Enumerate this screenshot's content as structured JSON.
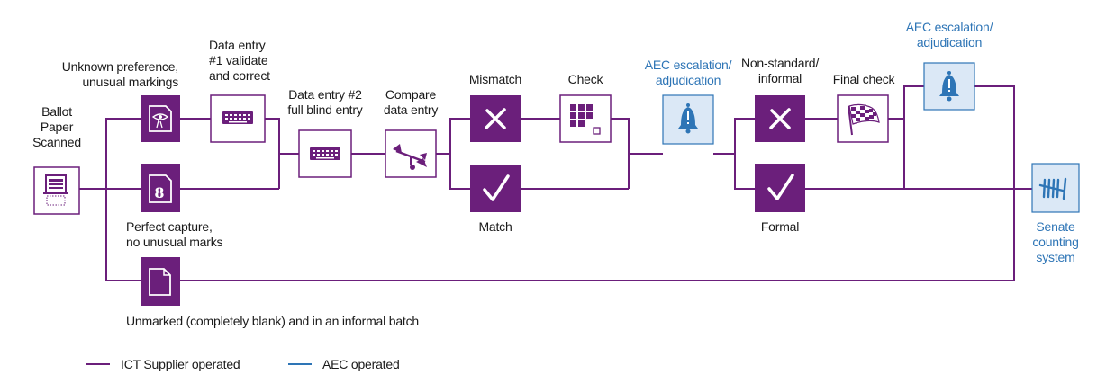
{
  "nodes": {
    "ballot": {
      "label": "Ballot\nPaper\nScanned",
      "icon": "scanned-ballot-icon"
    },
    "unknown_pref": {
      "label": "Unknown preference,\nunusual markings",
      "icon": "eye-document-icon"
    },
    "perfect_capture": {
      "label": "Perfect capture,\nno unusual marks",
      "icon": "number-eight-document-icon"
    },
    "unmarked": {
      "label": "Unmarked (completely blank) and in an informal batch",
      "icon": "blank-document-icon"
    },
    "entry1": {
      "label": "Data entry\n#1 validate\nand correct",
      "icon": "keyboard-icon"
    },
    "entry2": {
      "label": "Data entry #2\nfull blind entry",
      "icon": "keyboard-icon"
    },
    "compare": {
      "label": "Compare\ndata entry",
      "icon": "scale-icon"
    },
    "mismatch": {
      "label": "Mismatch",
      "icon": "cross-icon"
    },
    "match": {
      "label": "Match",
      "icon": "check-icon"
    },
    "check": {
      "label": "Check",
      "icon": "grid-check-icon"
    },
    "aec1": {
      "label": "AEC escalation/\nadjudication",
      "icon": "bell-icon"
    },
    "nonstandard": {
      "label": "Non-standard/\ninformal",
      "icon": "cross-icon"
    },
    "formal": {
      "label": "Formal",
      "icon": "check-icon"
    },
    "final_check": {
      "label": "Final check",
      "icon": "checkered-flag-icon"
    },
    "aec2": {
      "label": "AEC escalation/\nadjudication",
      "icon": "bell-icon"
    },
    "senate": {
      "label": "Senate\ncounting\nsystem",
      "icon": "tally-icon"
    }
  },
  "legend": [
    {
      "label": "ICT Supplier operated",
      "color": "#6b1f7b"
    },
    {
      "label": "AEC operated",
      "color": "#2e75b6"
    }
  ],
  "colors": {
    "supplier": "#6b1f7b",
    "aec": "#2e75b6",
    "aec_fill": "#dbe8f6"
  }
}
